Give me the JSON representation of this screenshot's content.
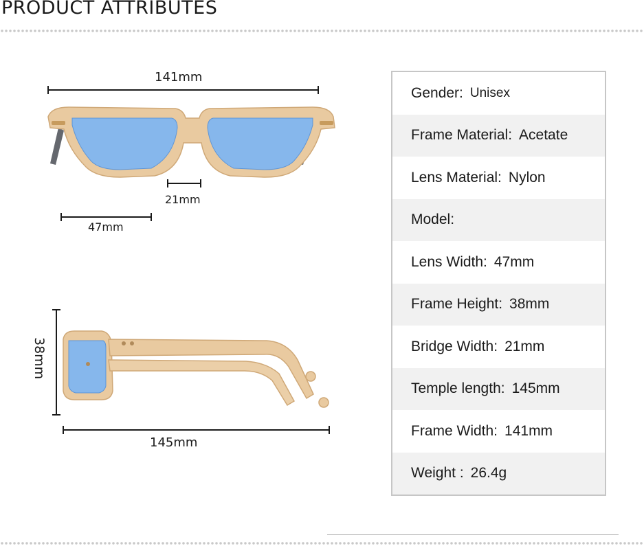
{
  "header": {
    "title": "PRODUCT ATTRIBUTES"
  },
  "dimensions": {
    "total_width": "141mm",
    "bridge": "21mm",
    "lens": "47mm",
    "height": "38mm",
    "temple": "145mm"
  },
  "colors": {
    "frame": "#e9caa0",
    "frame_edge": "#cfa877",
    "lens": "#86b7ec",
    "lens_edge": "#5e95d6",
    "accent": "#c9c9c9"
  },
  "attributes": [
    {
      "label": "Gender:",
      "value": "Unisex"
    },
    {
      "label": "Frame Material:",
      "value": "Acetate"
    },
    {
      "label": "Lens Material:",
      "value": "Nylon"
    },
    {
      "label": "Model:",
      "value": ""
    },
    {
      "label": "Lens Width:",
      "value": "47mm"
    },
    {
      "label": "Frame Height:",
      "value": "38mm"
    },
    {
      "label": "Bridge Width:",
      "value": "21mm"
    },
    {
      "label": "Temple length:",
      "value": "145mm"
    },
    {
      "label": "Frame Width:",
      "value": "141mm"
    },
    {
      "label": "Weight :",
      "value": "26.4g"
    }
  ]
}
